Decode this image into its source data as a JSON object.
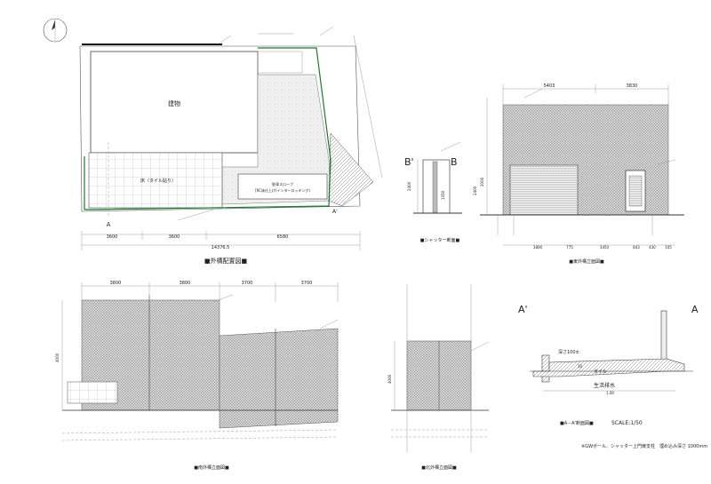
{
  "titles": {
    "plan": "■外構配置図■",
    "shutter": "■シャッター断面■",
    "east": "■東外構立面図■",
    "south": "■南外構立面図■",
    "north": "■北外構立面図■",
    "section": "■A－A'断面図■",
    "scale": "SCALE:1/50"
  },
  "note": "※GWポール、シャッター上門扉支柱　埋め込み深さ 1000mm",
  "plan": {
    "building": "建物",
    "tile": "床（タイル貼り）",
    "slope": "駐車スロープ",
    "slope_sub": "[RC床仕上げ(インターロッキング)",
    "cut_left": "A",
    "cut_right": "A'",
    "dims_bottom": [
      "3600",
      "3600",
      "6580"
    ],
    "dim_total": "14376.5"
  },
  "shutter": {
    "left": "B'",
    "right": "B",
    "dims": [
      "2400",
      "1350"
    ]
  },
  "east": {
    "dims_top": [
      "5403",
      "3830"
    ],
    "dims_bottom": [
      "3800",
      "775",
      "3450",
      "843",
      "430",
      "105"
    ],
    "dims_left": [
      "2000",
      "2400"
    ]
  },
  "south": {
    "dims_top": [
      "3800",
      "3800",
      "3700",
      "3700"
    ],
    "dim_left": "4000"
  },
  "north": {
    "dim_left": "4000"
  },
  "section": {
    "left": "A'",
    "right": "A",
    "depth": "深さ100±",
    "tile": "タイル",
    "drain": "生活排水",
    "d1": "10",
    "d2": "1,00"
  },
  "colors": {
    "boundary": "#1f7a2a",
    "mesh": "#6b6b6b",
    "line": "#555555"
  }
}
